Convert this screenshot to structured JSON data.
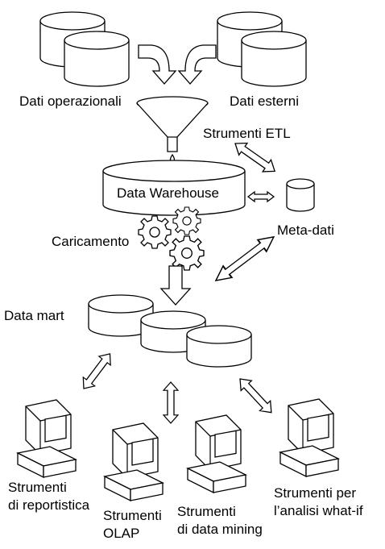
{
  "labels": {
    "operational_data": "Dati operazionali",
    "external_data": "Dati esterni",
    "etl_tools": "Strumenti ETL",
    "data_warehouse": "Data Warehouse",
    "metadata": "Meta-dati",
    "loading": "Caricamento",
    "data_mart": "Data mart",
    "reporting_l1": "Strumenti",
    "reporting_l2": "di reportistica",
    "olap_l1": "Strumenti",
    "olap_l2": "OLAP",
    "mining_l1": "Strumenti",
    "mining_l2": "di data mining",
    "whatif_l1": "Strumenti per",
    "whatif_l2": "l’analisi what-if"
  },
  "icons": [
    "database-cylinder-icon",
    "curved-arrow-icon",
    "funnel-icon",
    "gear-icon",
    "double-arrow-icon",
    "down-arrow-icon",
    "computer-terminal-icon"
  ]
}
